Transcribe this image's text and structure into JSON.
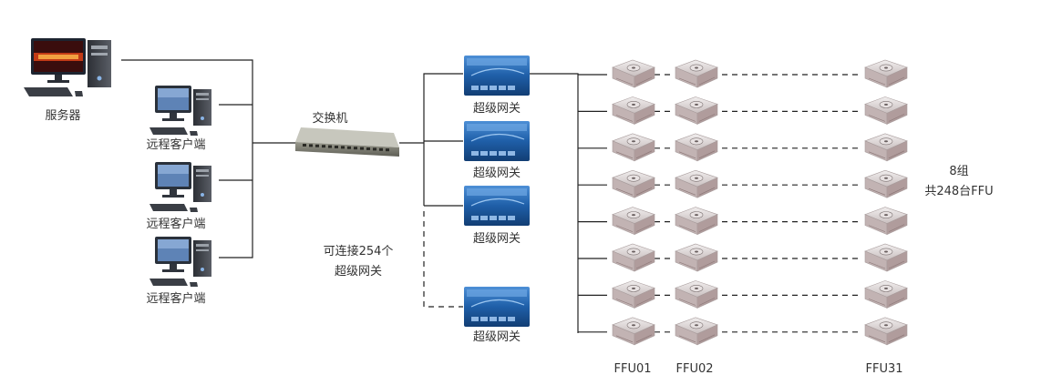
{
  "server": {
    "label": "服务器",
    "icon": "server-workstation-icon"
  },
  "clients": [
    {
      "label": "远程客户端"
    },
    {
      "label": "远程客户端"
    },
    {
      "label": "远程客户端"
    }
  ],
  "switch": {
    "label": "交换机"
  },
  "gateways": [
    {
      "label": "超级网关"
    },
    {
      "label": "超级网关"
    },
    {
      "label": "超级网关"
    },
    {
      "label": "超级网关"
    }
  ],
  "gateway_note": {
    "line1": "可连接254个",
    "line2": "超级网关"
  },
  "ffu_columns": [
    "FFU01",
    "FFU02",
    "FFU31"
  ],
  "ffu_rows": 8,
  "group_note": {
    "line1": "8组",
    "line2": "共248台FFU"
  },
  "colors": {
    "line": "#222222",
    "gateway_blue": "#1f5fa8",
    "ffu_body": "#d9d4d4",
    "monitor_dark": "#1d2430"
  }
}
